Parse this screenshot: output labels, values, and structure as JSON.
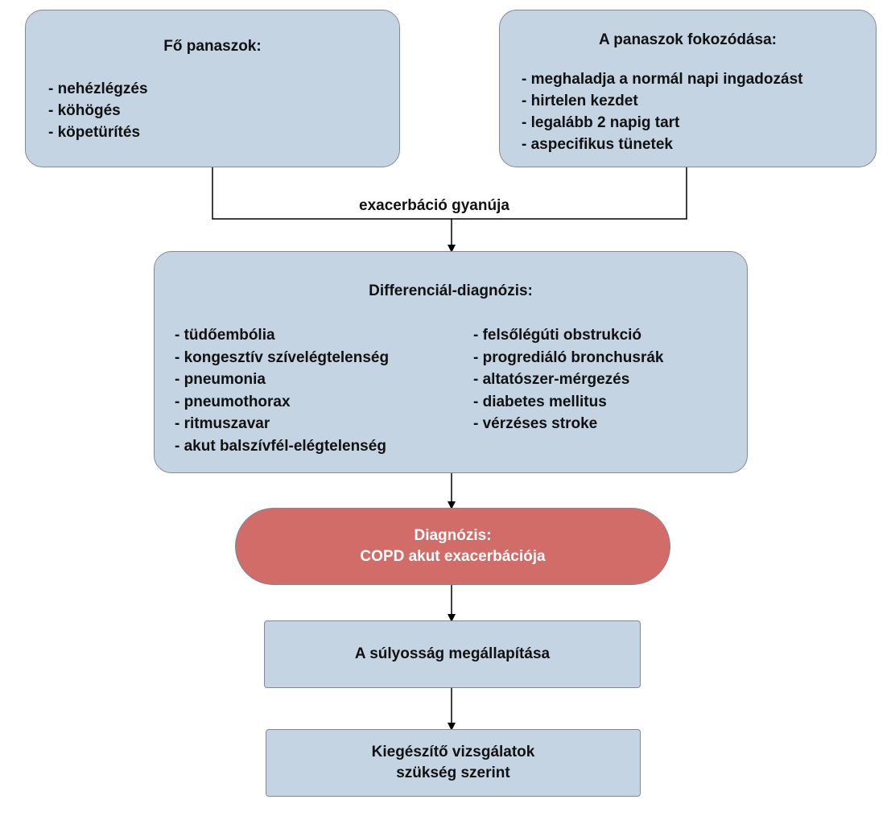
{
  "main_complaints": {
    "title": "Fő panaszok:",
    "items": [
      "nehézlégzés",
      "köhögés",
      "köpetürítés"
    ]
  },
  "worsening": {
    "title": "A panaszok fokozódása:",
    "items": [
      "meghaladja a normál napi ingadozást",
      "hirtelen kezdet",
      "legalább 2 napig tart",
      "aspecifikus tünetek"
    ]
  },
  "suspicion_label": "exacerbáció gyanúja",
  "differential": {
    "title": "Differenciál-diagnózis:",
    "left_items": [
      "tüdőembólia",
      "kongesztív szívelégtelenség",
      "pneumonia",
      "pneumothorax",
      "ritmuszavar",
      "akut balszívfél-elégtelenség"
    ],
    "right_items": [
      "felsőlégúti obstrukció",
      "progrediáló bronchusrák",
      "altatószer-mérgezés",
      "diabetes mellitus",
      "vérzéses stroke"
    ]
  },
  "diagnosis": {
    "line1": "Diagnózis:",
    "line2": "COPD akut exacerbációja"
  },
  "severity": {
    "label": "A súlyosság megállapítása"
  },
  "additional_tests": {
    "line1": "Kiegészítő vizsgálatok",
    "line2": "szükség szerint"
  },
  "colors": {
    "box_fill": "#c5d4e3",
    "box_border": "#7f8a94",
    "diagnosis_fill": "#d16c69",
    "diagnosis_text": "#ffffff",
    "connector": "#000000"
  }
}
